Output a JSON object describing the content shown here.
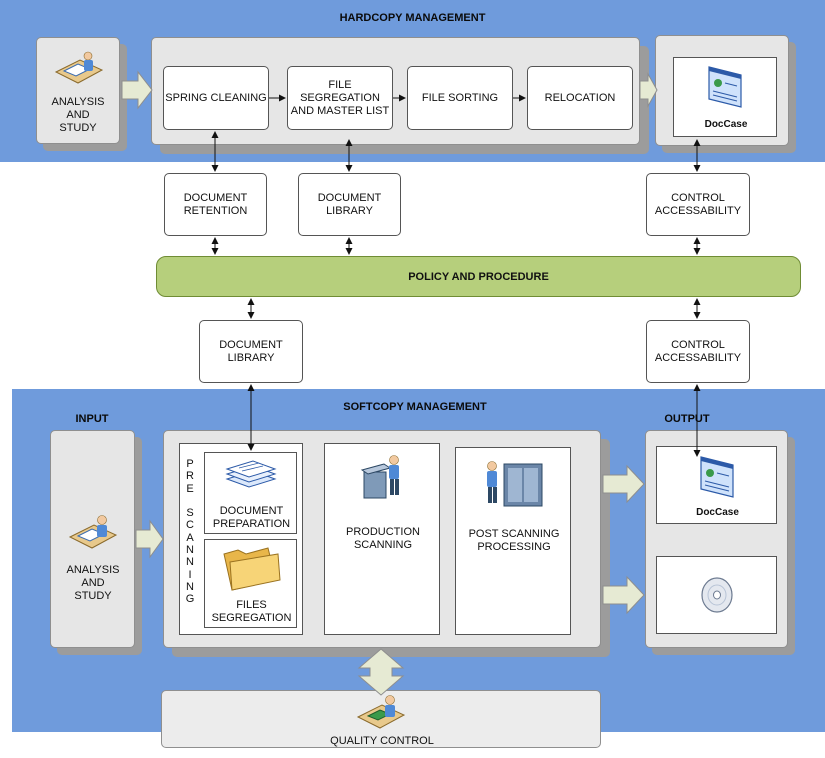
{
  "hardcopy": {
    "title": "HARDCOPY MANAGEMENT",
    "analysis_label": "ANALYSIS AND STUDY",
    "steps": [
      {
        "label": "SPRING CLEANING"
      },
      {
        "label": "FILE SEGREGATION AND MASTER LIST"
      },
      {
        "label": "FILE SORTING"
      },
      {
        "label": "RELOCATION"
      }
    ],
    "output_label": "DocCase"
  },
  "middle": {
    "document_retention": "DOCUMENT RETENTION",
    "document_library_top": "DOCUMENT LIBRARY",
    "control_accessability_top": "CONTROL ACCESSABILITY",
    "policy": "POLICY AND PROCEDURE",
    "document_library_bottom": "DOCUMENT LIBRARY",
    "control_accessability_bottom": "CONTROL ACCESSABILITY"
  },
  "softcopy": {
    "title": "SOFTCOPY MANAGEMENT",
    "input_title": "INPUT",
    "output_title": "OUTPUT",
    "analysis_label": "ANALYSIS AND STUDY",
    "pre_scanning": "PRE SCANNING",
    "document_preparation": "DOCUMENT PREPARATION",
    "files_segregation": "FILES SEGREGATION",
    "production_scanning": "PRODUCTION SCANNING",
    "post_scanning": "POST SCANNING PROCESSING",
    "output_label": "DocCase",
    "quality_control": "QUALITY CONTROL"
  },
  "colors": {
    "band": "#6f9bdc",
    "policy": "#b6cf7c",
    "panel": "#e6e6e6",
    "shadow": "#9c9c9c"
  }
}
